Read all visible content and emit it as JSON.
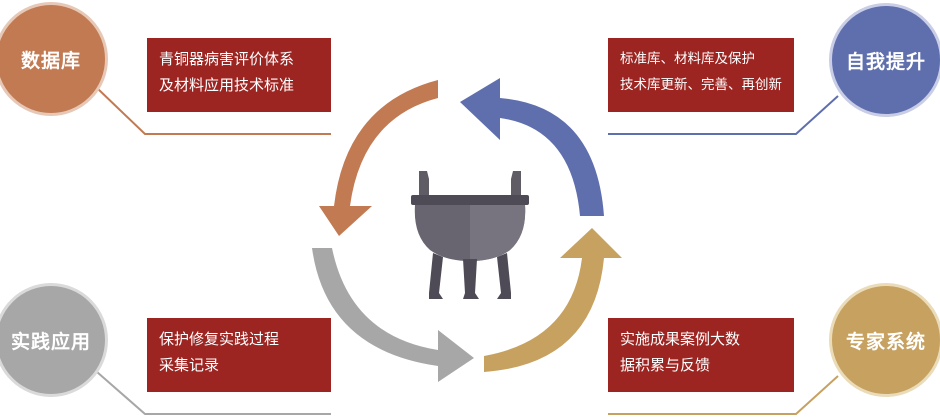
{
  "nodes": {
    "database": {
      "label": "数据库",
      "color": "#c27a52"
    },
    "self_improve": {
      "label": "自我提升",
      "color": "#5f6fae"
    },
    "practice": {
      "label": "实践应用",
      "color": "#a7a7a7"
    },
    "expert": {
      "label": "专家系统",
      "color": "#c7a160"
    }
  },
  "boxes": {
    "top_left": {
      "line1": "青铜器病害评价体系",
      "line2": "及材料应用技术标准"
    },
    "top_right": {
      "line1": "标准库、材料库及保护",
      "line2": "技术库更新、完善、再创新"
    },
    "bottom_left": {
      "line1": "保护修复实践过程",
      "line2": "采集记录"
    },
    "bottom_right": {
      "line1": "实施成果案例大数",
      "line2": "据积累与反馈"
    }
  },
  "center_icon": "bronze-ding-vessel-icon",
  "accent_box_color": "#9c2522"
}
